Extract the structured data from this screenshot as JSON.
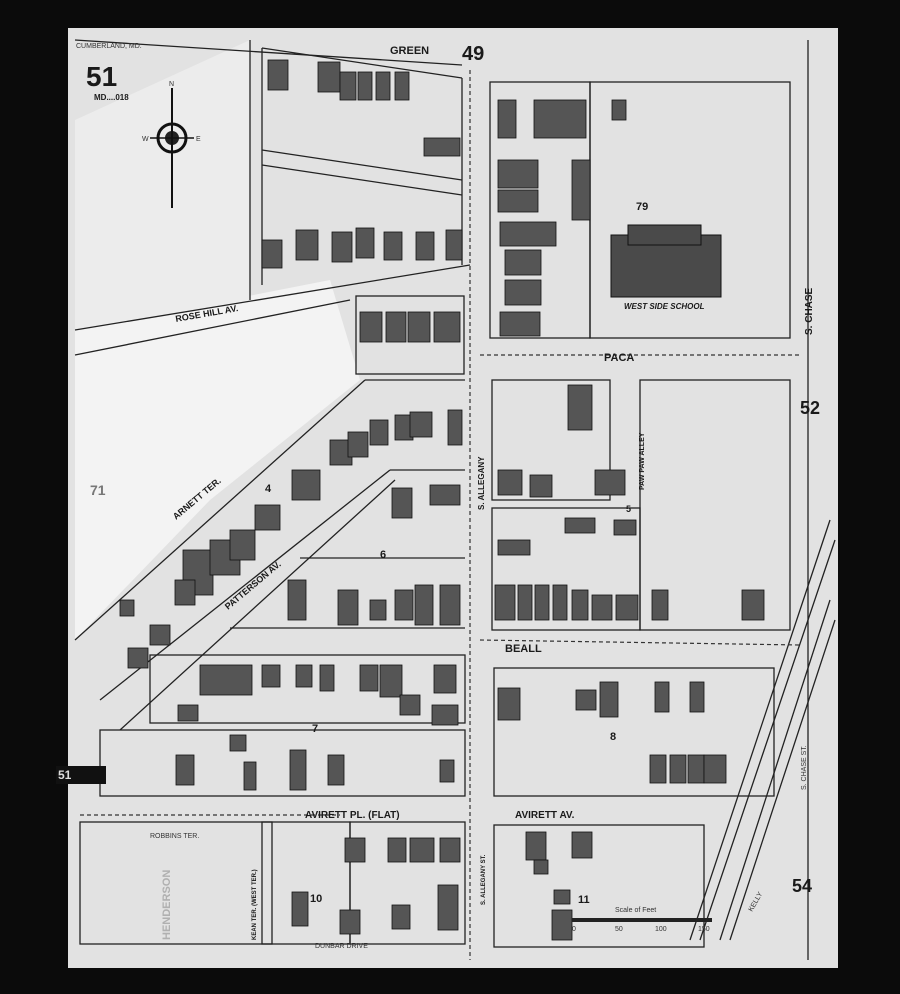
{
  "header": {
    "city": "CUMBERLAND, MD.",
    "sheet_number": "51",
    "sheet_code": "MD....018"
  },
  "compass": {
    "north": "N",
    "east": "E",
    "west": "W"
  },
  "streets": {
    "green": "GREEN",
    "rose_hill": "ROSE HILL AV.",
    "arnett": "ARNETT TER.",
    "patterson": "PATTERSON AV.",
    "s_allegany": "S. ALLEGANY",
    "s_allegany_st": "S. ALLEGANY ST.",
    "paca": "PACA",
    "s_chase": "S. CHASE",
    "paw_paw_alley": "PAW PAW ALLEY",
    "beall": "BEALL",
    "avirett_pl": "AVIRETT PL. (FLAT)",
    "avirett_av": "AVIRETT AV.",
    "robbins": "ROBBINS TER.",
    "henderson": "HENDERSON",
    "kean": "KEAN TER. (WEST TER.)",
    "dunbar": "DUNBAR DRIVE",
    "kelly": "KELLY",
    "s_chase_st": "S. CHASE ST."
  },
  "adjacent_sheets": {
    "top": "49",
    "right": "52",
    "bottom_right": "54",
    "left_tab": "51",
    "left": "71"
  },
  "blocks": [
    "4",
    "5",
    "6",
    "7",
    "8",
    "10",
    "11",
    "79"
  ],
  "landmarks": {
    "school": "WEST SIDE SCHOOL"
  },
  "scale": {
    "title": "Scale of Feet",
    "ticks": [
      "0",
      "50",
      "100",
      "150"
    ]
  },
  "colors": {
    "paper": "#e4e4e4",
    "building": "#555555",
    "border": "#0b0b0b",
    "line": "#222222"
  }
}
